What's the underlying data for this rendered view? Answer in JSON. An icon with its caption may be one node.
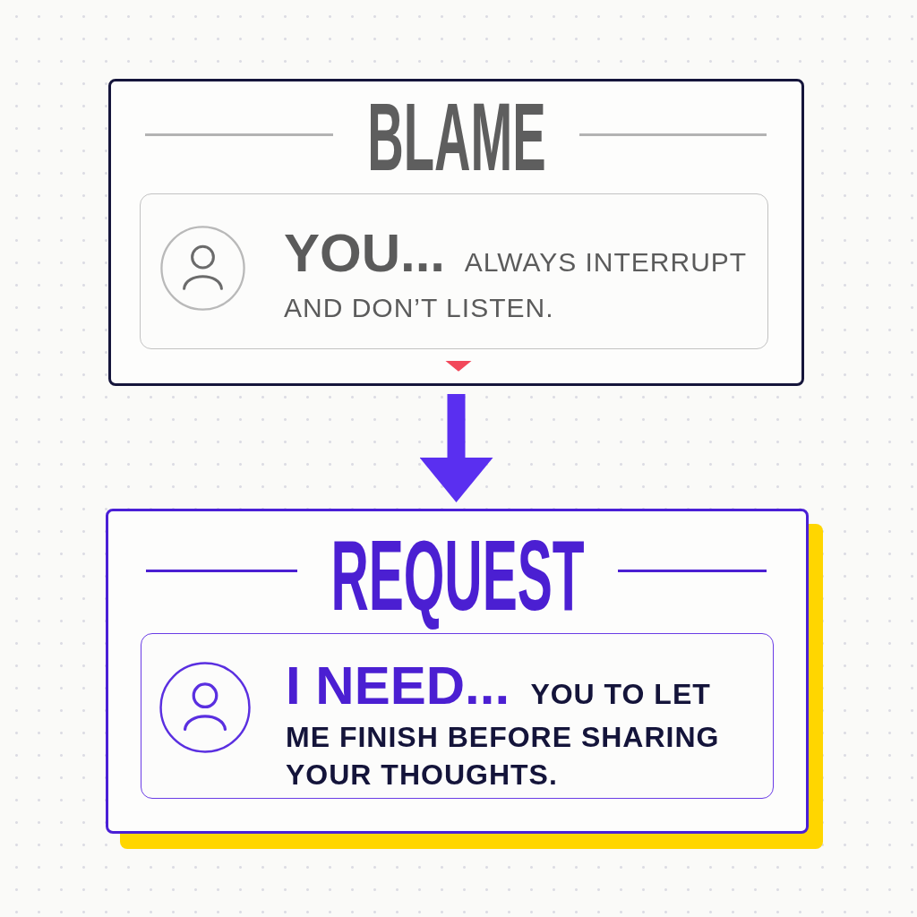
{
  "diagram": {
    "nodes": [
      {
        "text": [
          "BLAME"
        ]
      },
      {
        "text": [
          "**YOU...** ALWAYS INTERRUPT AND DON’T LISTEN."
        ],
        "in": 0
      },
      {
        "text": [
          "REQUEST"
        ]
      },
      {
        "text": [
          "**I NEED...** YOU TO LET ME FINISH BEFORE SHARING YOUR THOUGHTS."
        ],
        "in": 2
      }
    ],
    "edges": [
      {
        "from": 0,
        "to": 2,
        "arrow": "to"
      }
    ]
  }
}
